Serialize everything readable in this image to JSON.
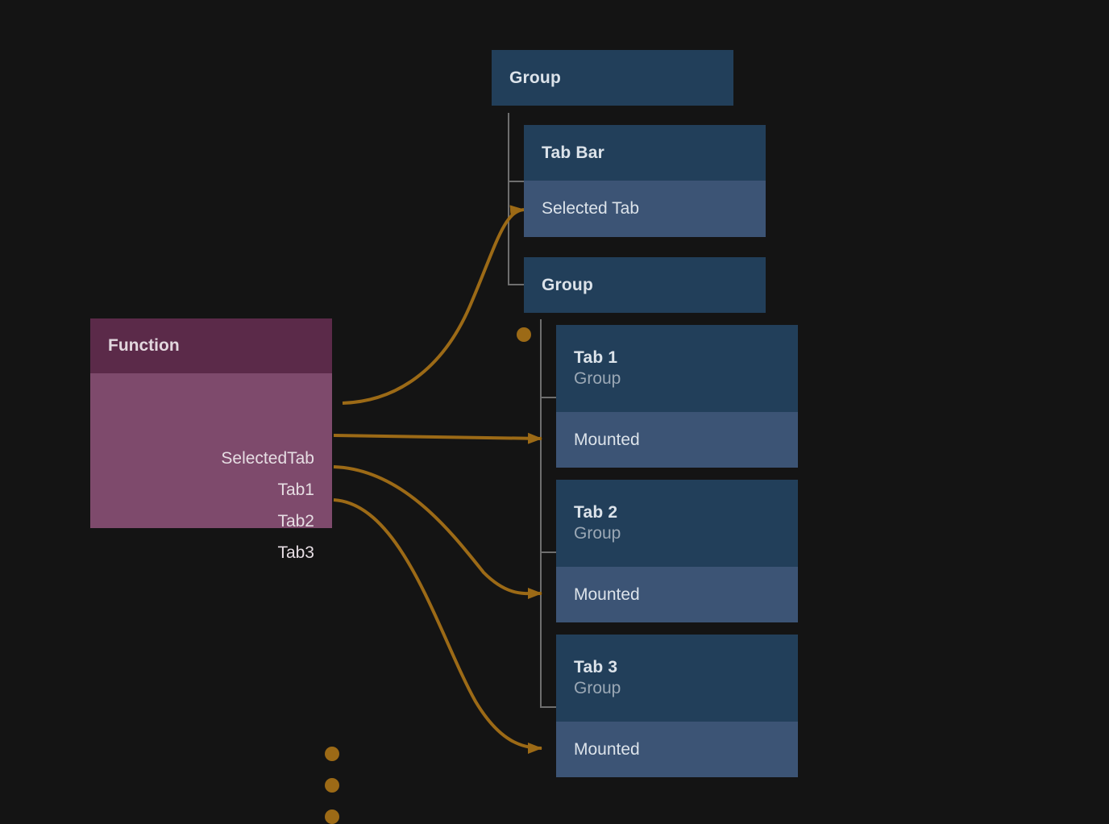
{
  "canvas": {
    "background": "#141414",
    "edge_color": "#9C6A16",
    "tree_line_color": "#6E6E6E"
  },
  "function_node": {
    "title": "Function",
    "header_color": "#5B2A49",
    "body_color": "#7E4A6C",
    "ports": [
      {
        "label": "SelectedTab",
        "direction": "input"
      },
      {
        "label": "Tab1",
        "direction": "output"
      },
      {
        "label": "Tab2",
        "direction": "output"
      },
      {
        "label": "Tab3",
        "direction": "output"
      }
    ]
  },
  "tree": {
    "root": {
      "title": "Group",
      "header_color": "#223F5A"
    },
    "tab_bar": {
      "title": "Tab Bar",
      "rows": [
        {
          "label": "Selected Tab",
          "has_port": true
        }
      ]
    },
    "group2": {
      "title": "Group"
    },
    "tabs": [
      {
        "title": "Tab 1",
        "subtitle": "Group",
        "rows": [
          {
            "label": "Mounted",
            "has_port": true
          }
        ]
      },
      {
        "title": "Tab 2",
        "subtitle": "Group",
        "rows": [
          {
            "label": "Mounted",
            "has_port": true
          }
        ]
      },
      {
        "title": "Tab 3",
        "subtitle": "Group",
        "rows": [
          {
            "label": "Mounted",
            "has_port": true
          }
        ]
      }
    ]
  },
  "connections": [
    {
      "from": "Selected Tab",
      "to": "SelectedTab"
    },
    {
      "from": "Tab1",
      "to": "Tab 1 Mounted"
    },
    {
      "from": "Tab2",
      "to": "Tab 2 Mounted"
    },
    {
      "from": "Tab3",
      "to": "Tab 3 Mounted"
    }
  ]
}
